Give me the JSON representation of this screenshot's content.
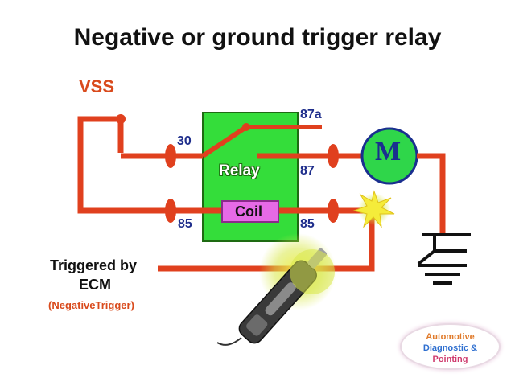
{
  "title": "Negative or ground trigger relay",
  "supply_label": "VSS",
  "relay": {
    "label": "Relay",
    "coil_label": "Coil",
    "pins": {
      "p30": "30",
      "p87a": "87a",
      "p87": "87",
      "p85_in": "85",
      "p85_out": "85"
    }
  },
  "motor_label": "M",
  "trigger": {
    "line1": "Triggered by",
    "line2": "ECM",
    "note": "(NegativeTrigger)"
  },
  "logo": {
    "line1": "Automotive",
    "line2": "Diagnostic &",
    "line3": "Pointing"
  },
  "colors": {
    "wire": "#e0401e",
    "relay_body": "#34dd3a",
    "coil": "#e66ae6",
    "motor_fill": "#2fd64a",
    "motor_letter": "#1a2f8f",
    "pin_text": "#1f2e8c",
    "accent_text": "#d94a1c"
  },
  "icons": [
    "ground-symbol-icon",
    "spark-icon",
    "ecm-probe-icon"
  ]
}
